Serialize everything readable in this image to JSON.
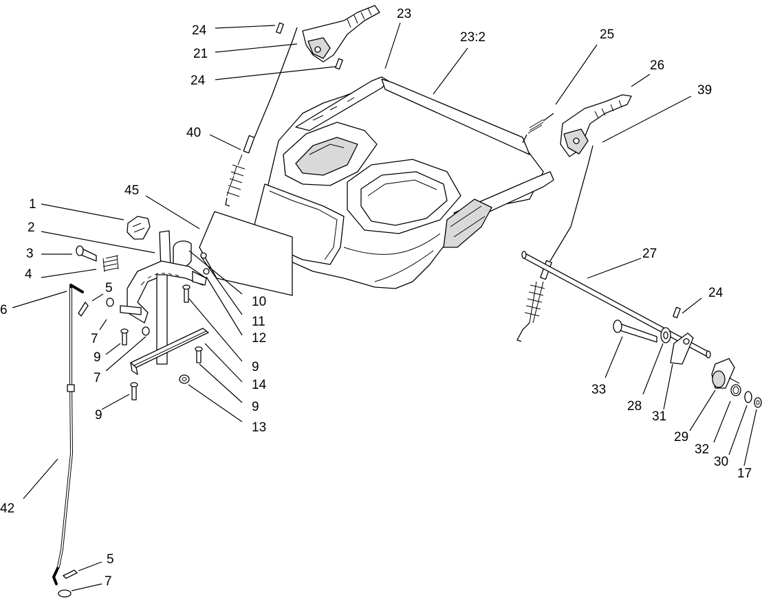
{
  "callouts": [
    {
      "id": "c24a",
      "text": "24"
    },
    {
      "id": "c21",
      "text": "21"
    },
    {
      "id": "c24b",
      "text": "24"
    },
    {
      "id": "c40",
      "text": "40"
    },
    {
      "id": "c23",
      "text": "23"
    },
    {
      "id": "c232",
      "text": "23:2"
    },
    {
      "id": "c25",
      "text": "25"
    },
    {
      "id": "c26",
      "text": "26"
    },
    {
      "id": "c39",
      "text": "39"
    },
    {
      "id": "c45",
      "text": "45"
    },
    {
      "id": "c1",
      "text": "1"
    },
    {
      "id": "c2",
      "text": "2"
    },
    {
      "id": "c3",
      "text": "3"
    },
    {
      "id": "c4",
      "text": "4"
    },
    {
      "id": "c5a",
      "text": "5"
    },
    {
      "id": "c6",
      "text": "6"
    },
    {
      "id": "c7a",
      "text": "7"
    },
    {
      "id": "c9a",
      "text": "9"
    },
    {
      "id": "c7b",
      "text": "7"
    },
    {
      "id": "c10",
      "text": "10"
    },
    {
      "id": "c11",
      "text": "11"
    },
    {
      "id": "c12",
      "text": "12"
    },
    {
      "id": "c9b",
      "text": "9"
    },
    {
      "id": "c14",
      "text": "14"
    },
    {
      "id": "c9c",
      "text": "9"
    },
    {
      "id": "c9d",
      "text": "9"
    },
    {
      "id": "c13",
      "text": "13"
    },
    {
      "id": "c27",
      "text": "27"
    },
    {
      "id": "c24c",
      "text": "24"
    },
    {
      "id": "c33",
      "text": "33"
    },
    {
      "id": "c28",
      "text": "28"
    },
    {
      "id": "c31",
      "text": "31"
    },
    {
      "id": "c29",
      "text": "29"
    },
    {
      "id": "c32",
      "text": "32"
    },
    {
      "id": "c30",
      "text": "30"
    },
    {
      "id": "c17",
      "text": "17"
    },
    {
      "id": "c42",
      "text": "42"
    },
    {
      "id": "c5b",
      "text": "5"
    },
    {
      "id": "c7c",
      "text": "7"
    }
  ]
}
